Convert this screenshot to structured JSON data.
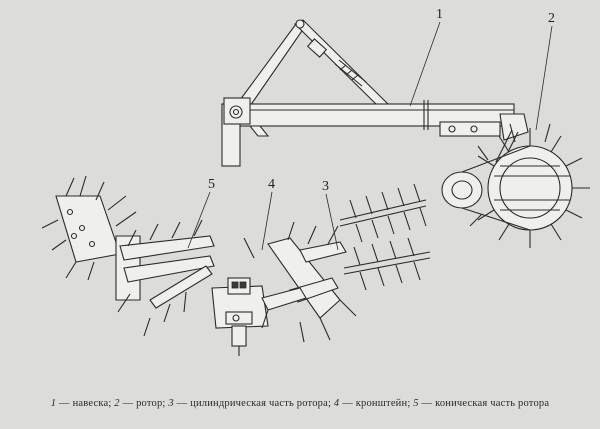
{
  "callouts": {
    "c1": "1",
    "c2": "2",
    "c3": "3",
    "c4": "4",
    "c5": "5"
  },
  "caption": {
    "n1": "1",
    "t1": " — навеска; ",
    "n2": "2",
    "t2": " — ротор; ",
    "n3": "3",
    "t3": " — цилиндрическая часть ротора; ",
    "n4": "4",
    "t4": " — кронштейн; ",
    "n5": "5",
    "t5": " — коническая часть ротора"
  }
}
